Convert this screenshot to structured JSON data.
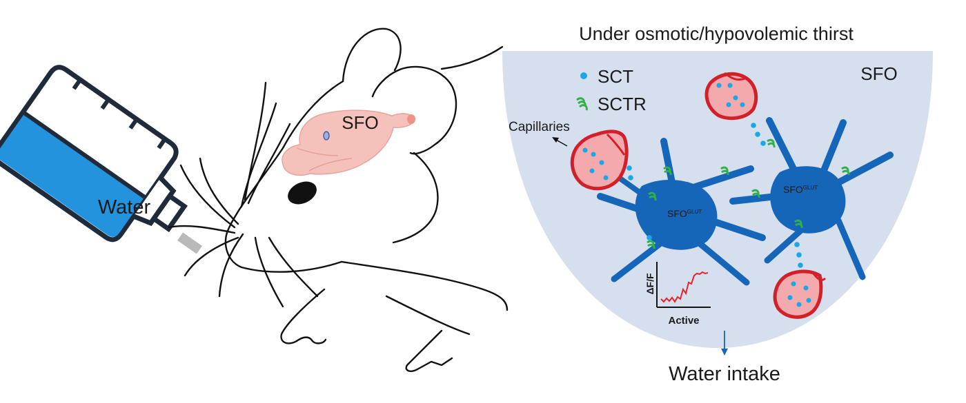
{
  "header": {
    "title": "Under osmotic/hypovolemic thirst"
  },
  "bottle": {
    "label": "Water"
  },
  "mouse": {
    "brain_label": "SFO"
  },
  "panel": {
    "region_label": "SFO",
    "legend": [
      {
        "symbol": "dot-icon",
        "label": "SCT"
      },
      {
        "symbol": "receptor-icon",
        "label": "SCTR"
      }
    ],
    "capillaries_label": "Capillaries",
    "neurons": [
      {
        "label": "SFO",
        "superscript": "GLUT"
      },
      {
        "label": "SFO",
        "superscript": "GLUT"
      }
    ],
    "trace": {
      "ylabel": "ΔF/F",
      "xlabel": "Active"
    },
    "outcome_label": "Water intake"
  },
  "colors": {
    "panel_bg": "#d6dfee",
    "neuron": "#1565b8",
    "capillary_fill": "#f4a9ad",
    "capillary_border": "#d2202a",
    "sct_dot": "#1aa7e6",
    "sctr": "#2fb04a",
    "water": "#2393dd",
    "brain": "#f5c2bb",
    "trace": "#e8202a"
  }
}
